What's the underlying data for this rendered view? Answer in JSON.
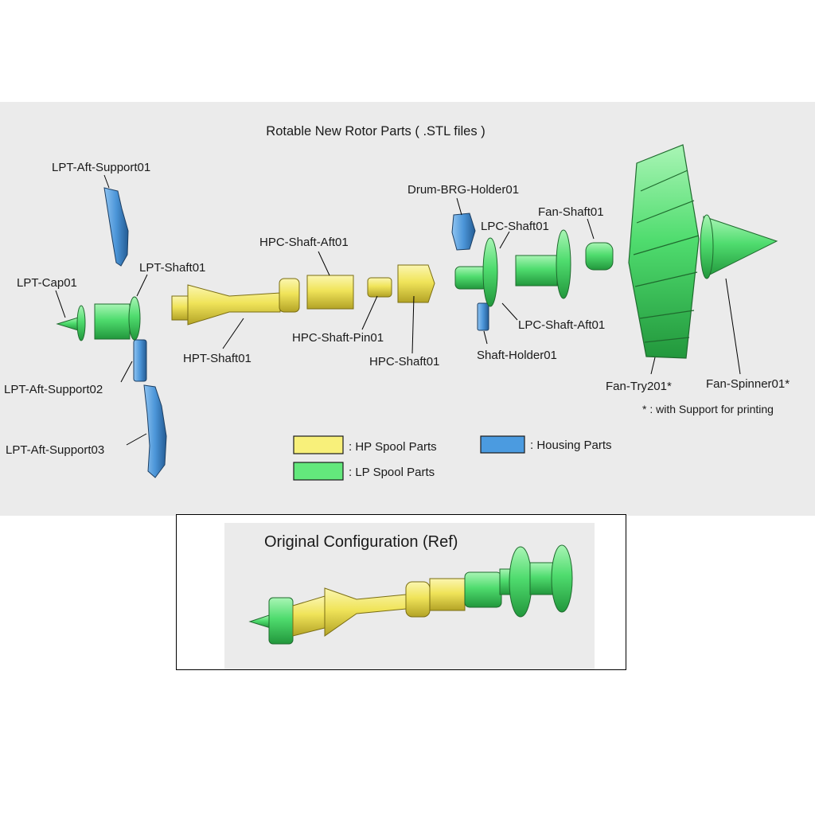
{
  "title": "Rotable New Rotor Parts ( .STL files )",
  "parts": {
    "lpt_aft_support01": "LPT-Aft-Support01",
    "lpt_cap01": "LPT-Cap01",
    "lpt_shaft01": "LPT-Shaft01",
    "lpt_aft_support02": "LPT-Aft-Support02",
    "lpt_aft_support03": "LPT-Aft-Support03",
    "hpt_shaft01": "HPT-Shaft01",
    "hpc_shaft_aft01": "HPC-Shaft-Aft01",
    "hpc_shaft_pin01": "HPC-Shaft-Pin01",
    "hpc_shaft01": "HPC-Shaft01",
    "drum_brg_holder01": "Drum-BRG-Holder01",
    "lpc_shaft01": "LPC-Shaft01",
    "fan_shaft01": "Fan-Shaft01",
    "lpc_shaft_aft01": "LPC-Shaft-Aft01",
    "shaft_holder01": "Shaft-Holder01",
    "fan_try201": "Fan-Try201*",
    "fan_spinner01": "Fan-Spinner01*"
  },
  "footnote": "* : with Support for printing",
  "legend": [
    {
      "label": ": HP Spool Parts",
      "color": "#f8f07a"
    },
    {
      "label": ": LP Spool Parts",
      "color": "#63e87c"
    },
    {
      "label": ": Housing Parts",
      "color": "#4b9be0"
    }
  ],
  "ref_title": "Original Configuration (Ref)",
  "colors": {
    "hp": "#f0e45a",
    "lp": "#4fdc6e",
    "housing": "#4b95d8",
    "background": "#ebebeb"
  }
}
